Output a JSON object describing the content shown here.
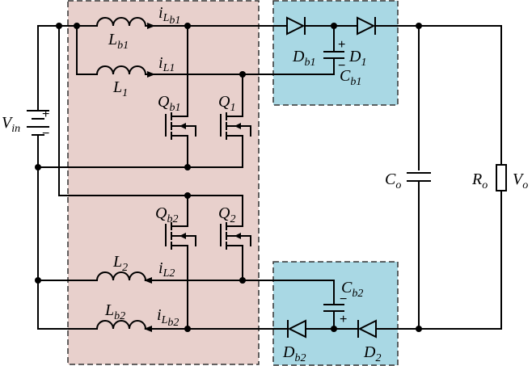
{
  "labels": {
    "vin": "V",
    "vin_sub": "in",
    "lb1": "L",
    "lb1_sub": "b1",
    "l1": "L",
    "l1_sub": "1",
    "ilb1": "i",
    "ilb1_sub": "L",
    "ilb1_sub2": "b1",
    "il1": "i",
    "il1_sub": "L1",
    "qb1": "Q",
    "qb1_sub": "b1",
    "q1": "Q",
    "q1_sub": "1",
    "db1": "D",
    "db1_sub": "b1",
    "d1": "D",
    "d1_sub": "1",
    "cb1": "C",
    "cb1_sub": "b1",
    "co": "C",
    "co_sub": "o",
    "ro": "R",
    "ro_sub": "o",
    "vo": "V",
    "vo_sub": "o",
    "qb2": "Q",
    "qb2_sub": "b2",
    "q2": "Q",
    "q2_sub": "2",
    "l2": "L",
    "l2_sub": "2",
    "il2": "i",
    "il2_sub": "L2",
    "lb2": "L",
    "lb2_sub": "b2",
    "ilb2": "i",
    "ilb2_sub": "L",
    "ilb2_sub2": "b2",
    "cb2": "C",
    "cb2_sub": "b2",
    "db2": "D",
    "db2_sub": "b2",
    "d2": "D",
    "d2_sub": "2",
    "plus": "+",
    "minus": "−"
  },
  "colors": {
    "converter_box": "#e8d0cc",
    "diode_box": "#a9d8e4",
    "wire": "#000000"
  }
}
